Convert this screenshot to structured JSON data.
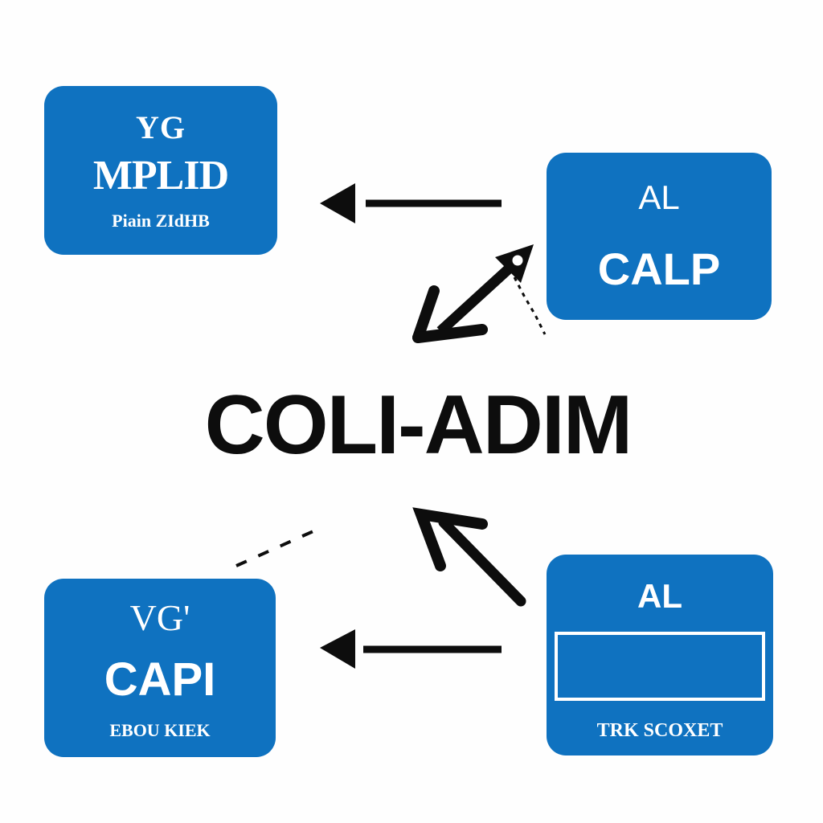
{
  "diagram": {
    "center_title": "COLI-ADIM",
    "boxes": {
      "top_left": {
        "line1": "YG",
        "line2": "MPLID",
        "line3": "Piain ZIdHB"
      },
      "top_right": {
        "line1": "AL",
        "line2": "CALP"
      },
      "bottom_left": {
        "line1": "VG'",
        "line2": "CAPI",
        "line3": "EBOU KIEK"
      },
      "bottom_right": {
        "line1": "AL",
        "line3": "TRK SCOXET"
      }
    },
    "colors": {
      "box_fill": "#0f72c0",
      "box_text": "#ffffff",
      "arrow": "#0d0d0d",
      "background": "#fefefe"
    }
  }
}
